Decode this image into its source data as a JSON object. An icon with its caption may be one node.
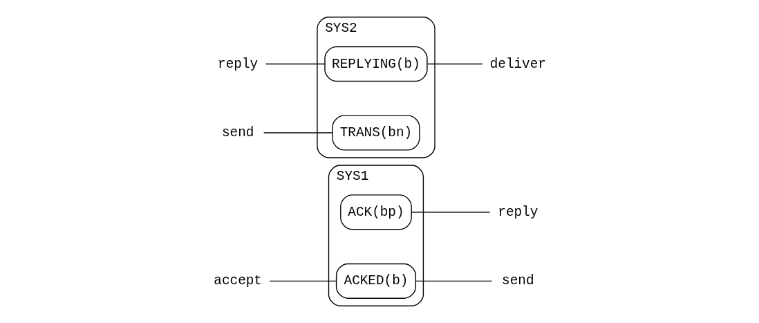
{
  "diagram": {
    "nodes": [
      {
        "text": [
          "SYS1"
        ]
      },
      {
        "text": [
          "ACK(bp)"
        ],
        "in": 0
      },
      {
        "text": [
          "ACKED(b)"
        ],
        "in": 0
      },
      {
        "text": [
          "SYS2"
        ]
      },
      {
        "text": [
          "REPLYING(b)"
        ],
        "in": 3
      },
      {
        "text": [
          "TRANS(bn)"
        ],
        "in": 3
      },
      {
        "text": [
          "accept"
        ]
      },
      {
        "text": [
          "send"
        ]
      },
      {
        "text": [
          "reply"
        ]
      },
      {
        "text": [
          "reply"
        ]
      },
      {
        "text": [
          "deliver"
        ]
      },
      {
        "text": [
          "send"
        ]
      }
    ],
    "edges": [
      {
        "from": 6,
        "to": 2,
        "arrow": "none"
      },
      {
        "from": 2,
        "to": 7,
        "arrow": "none"
      },
      {
        "from": 1,
        "to": 8,
        "arrow": "none"
      },
      {
        "from": 9,
        "to": 4,
        "arrow": "none"
      },
      {
        "from": 4,
        "to": 10,
        "arrow": "none"
      },
      {
        "from": 11,
        "to": 5,
        "arrow": "none"
      }
    ]
  }
}
